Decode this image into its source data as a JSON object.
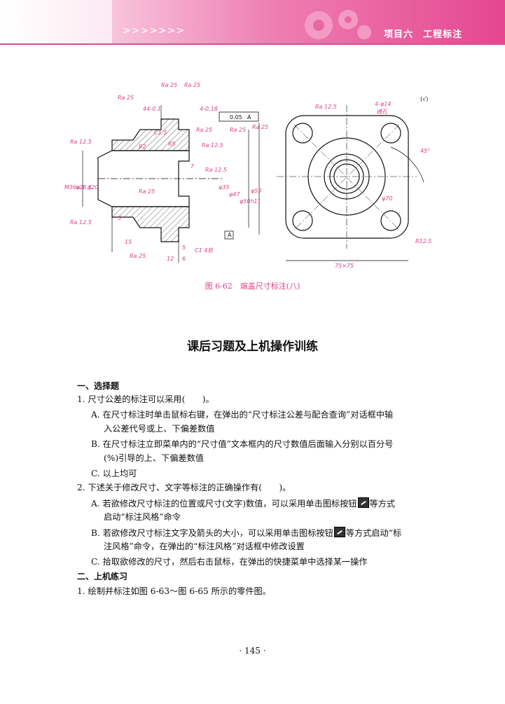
{
  "header": {
    "chevrons": ">>>>>>>",
    "project_label": "项目六　工程标注",
    "accent_color": "#e4478f"
  },
  "figure": {
    "caption": "图 6-62　端盖尺寸标注(八)",
    "labels": {
      "ra25_a": "Ra 25",
      "ra25_b": "Ra 25",
      "ra25_c": "Ra 25",
      "ra25_d": "Ra 25",
      "ra25_e": "Ra 25",
      "ra25_f": "Ra 25",
      "ra25_g": "Ra 25",
      "ra25_h": "Ra 25",
      "ra12_5_a": "Ra 12.5",
      "ra12_5_b": "Ra 12.5",
      "ra12_5_c": "Ra 12.5",
      "ra12_5_d": "Ra 12.5",
      "ra12_5_e": "Ra 12.5",
      "dim_44": "44-0.1",
      "dim_4": "4-0.18",
      "tol_value": "0.05",
      "tol_datum": "A",
      "datum_a": "A",
      "c15": "C1.5",
      "r5": "R5",
      "r2": "R2",
      "m36": "M36×2",
      "phi26_5": "φ26.5",
      "phi20": "φ20",
      "phi35": "φ35",
      "phi47": "φ47",
      "phi50h11": "φ50h11",
      "phi53": "φ53",
      "dim_7": "7",
      "dim_5a": "5",
      "dim_15": "15",
      "dim_12": "12",
      "dim_6": "6",
      "dim_5b": "5",
      "c1": "C1 4处",
      "holes": "4-φ14",
      "holes_note": "通孔",
      "phi70": "φ70",
      "angle": "45°",
      "r12_5": "R12.5",
      "dim_75": "75×75",
      "roughness_note": "(√)"
    }
  },
  "section_title": "课后习题及上机操作训练",
  "questions": {
    "part1_title": "一、选择题",
    "q1": "1. 尺寸公差的标注可以采用(　　)。",
    "q1_a_1": "A. 在尺寸标注时单击鼠标右键，在弹出的“尺寸标注公差与配合查询”对话框中输",
    "q1_a_2": "入公差代号或上、下偏差数值",
    "q1_b_1": "B. 在尺寸标注立即菜单内的“尺寸值”文本框内的尺寸数值后面输入分别以百分号",
    "q1_b_2": "(%)引导的上、下偏差数值",
    "q1_c": "C. 以上均可",
    "q2": "2. 下述关于修改尺寸、文字等标注的正确操作有(　　)。",
    "q2_a_1a": "A. 若欲修改尺寸标注的位置或尺寸(文字)数值，可以采用单击图标按钮",
    "q2_a_1b": "等方式",
    "q2_a_2": "启动“标注风格”命令",
    "q2_b_1a": "B. 若欲修改尺寸标注文字及箭头的大小，可以采用单击图标按钮",
    "q2_b_1b": "等方式启动“标",
    "q2_b_2": "注风格”命令，在弹出的“标注风格”对话框中修改设置",
    "q2_c": "C. 拾取欲修改的尺寸，然后右击鼠标，在弹出的快捷菜单中选择某一操作",
    "part2_title": "二、上机练习",
    "p2_1": "1. 绘制并标注如图 6-63～图 6-65 所示的零件图。"
  },
  "page_number": "· 145 ·"
}
